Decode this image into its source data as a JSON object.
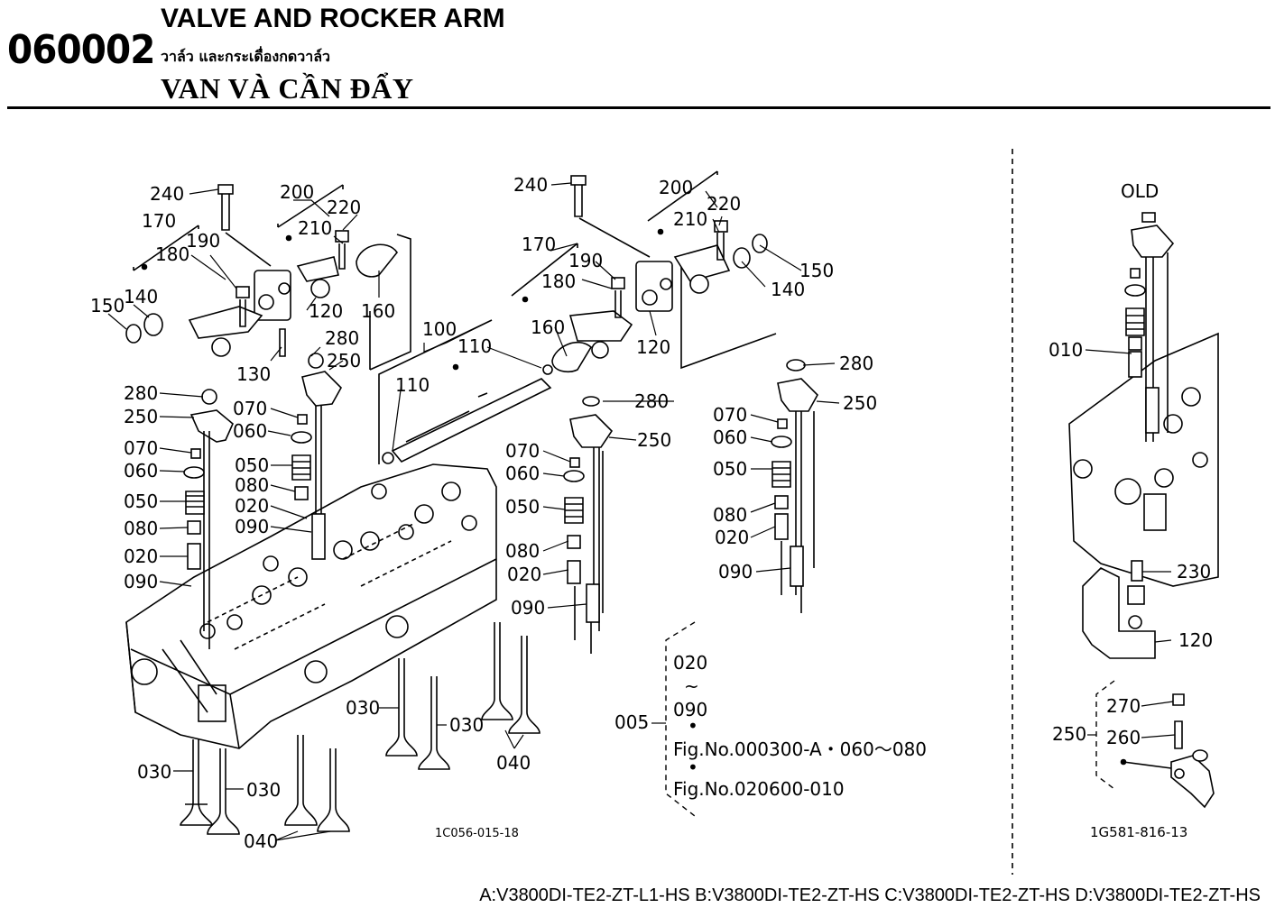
{
  "header": {
    "code": "060002",
    "title_en": "VALVE AND ROCKER ARM",
    "title_th": "วาล์ว และกระเดื่องกดวาล์ว",
    "title_vi": "VAN VÀ CẦN ĐẨY"
  },
  "labels": {
    "l240a": "240",
    "l170a": "170",
    "l200a": "200",
    "l220a": "220",
    "l210a": "210",
    "l180a": "180",
    "l190a": "190",
    "l150a": "150",
    "l140a": "140",
    "l120a": "120",
    "l160a": "160",
    "l130": "130",
    "l280a": "280",
    "l250a": "250",
    "l100": "100",
    "l110a": "110",
    "l110b": "110",
    "l280b": "280",
    "l250b": "250",
    "l070a": "070",
    "l060a": "060",
    "l050a": "050",
    "l080a": "080",
    "l020a": "020",
    "l090a": "090",
    "l070b": "070",
    "l060b": "060",
    "l050b": "050",
    "l080b": "080",
    "l020b": "020",
    "l090b": "090",
    "l280c": "280",
    "l250c": "250",
    "l070c": "070",
    "l060c": "060",
    "l050c": "050",
    "l080c": "080",
    "l020c": "020",
    "l090c": "090",
    "l240b": "240",
    "l200b": "200",
    "l220b": "220",
    "l210b": "210",
    "l170b": "170",
    "l190b": "190",
    "l180b": "180",
    "l150b": "150",
    "l140b": "140",
    "l160b": "160",
    "l120b": "120",
    "l280d": "280",
    "l250d": "250",
    "l070d": "070",
    "l060d": "060",
    "l050d": "050",
    "l080d": "080",
    "l020d": "020",
    "l090d": "090",
    "l030a": "030",
    "l030b": "030",
    "l030c": "030",
    "l030d": "030",
    "l040a": "040",
    "l040b": "040",
    "l005": "005",
    "l020e": "020",
    "l_tilde": "~",
    "l090e": "090",
    "fig1": "Fig.No.000300-A・060～080",
    "fig2": "Fig.No.020600-010",
    "ref_main": "1C056-015-18",
    "old": "OLD",
    "l010": "010",
    "l230": "230",
    "l120c": "120",
    "l270": "270",
    "l260": "260",
    "l250e": "250",
    "ref_old": "1G581-816-13"
  },
  "footer": {
    "models": "A:V3800DI-TE2-ZT-L1-HS B:V3800DI-TE2-ZT-HS C:V3800DI-TE2-ZT-HS D:V3800DI-TE2-ZT-HS"
  }
}
